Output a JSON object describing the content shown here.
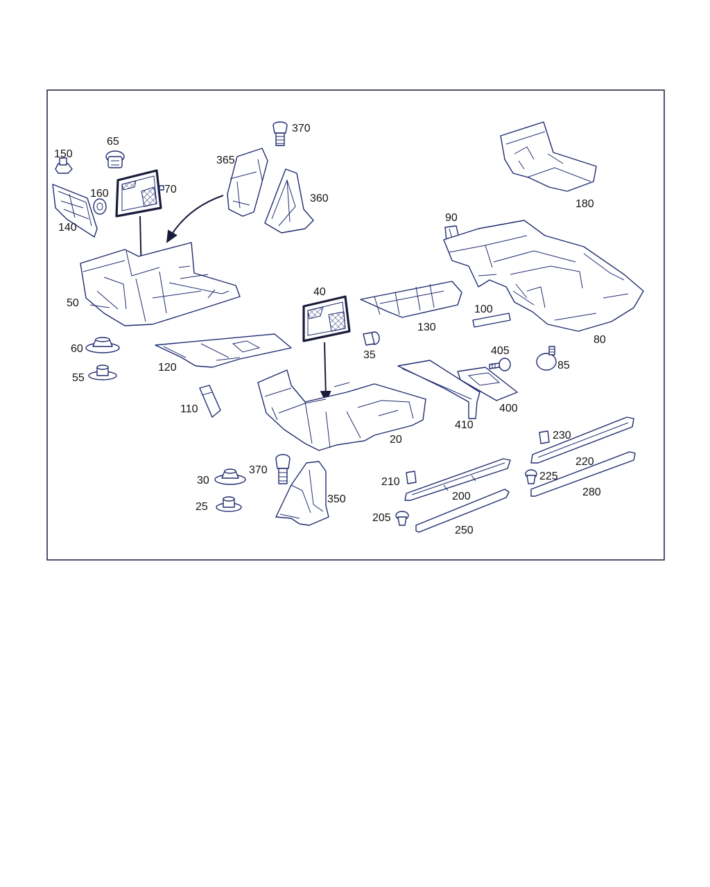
{
  "callouts": {
    "c370a": "370",
    "c365": "365",
    "c360": "360",
    "c65": "65",
    "c150": "150",
    "c160": "160",
    "c70": "70",
    "c140": "140",
    "c50": "50",
    "c180": "180",
    "c90": "90",
    "c40": "40",
    "c130": "130",
    "c100": "100",
    "c80": "80",
    "c35": "35",
    "c60": "60",
    "c55": "55",
    "c120": "120",
    "c405": "405",
    "c85": "85",
    "c110": "110",
    "c400": "400",
    "c410": "410",
    "c20": "20",
    "c230": "230",
    "c220": "220",
    "c30": "30",
    "c370b": "370",
    "c210": "210",
    "c225": "225",
    "c200": "200",
    "c350": "350",
    "c280": "280",
    "c25": "25",
    "c205": "205",
    "c250": "250"
  }
}
